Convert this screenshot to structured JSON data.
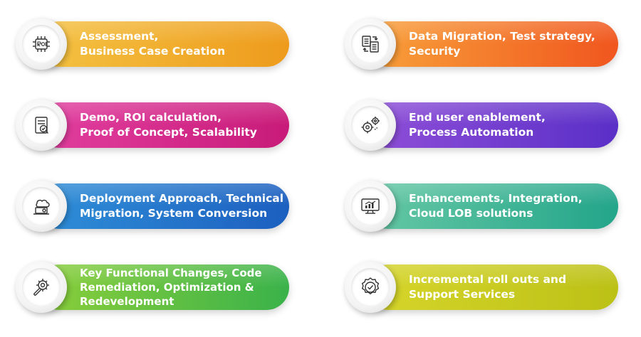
{
  "items": [
    {
      "label": "Assessment,\nBusiness Case Creation",
      "color_start": "#f4c242",
      "color_end": "#ee9b1c",
      "icon": "roi-chip-icon"
    },
    {
      "label": "Demo, ROI calculation,\nProof of Concept, Scalability",
      "color_start": "#e23fa0",
      "color_end": "#c81b79",
      "icon": "checklist-document-icon"
    },
    {
      "label": "Deployment Approach, Technical\nMigration, System Conversion",
      "color_start": "#2f8fd8",
      "color_end": "#1c5fbf",
      "icon": "cloud-laptop-icon"
    },
    {
      "label": "Key Functional Changes, Code\nRemediation, Optimization &\nRedevelopment",
      "color_start": "#8ccf3a",
      "color_end": "#3ab24a",
      "icon": "gear-wrench-icon"
    },
    {
      "label": "Data Migration, Test strategy,\nSecurity",
      "color_start": "#f8a13a",
      "color_end": "#f0561e",
      "icon": "document-transfer-icon"
    },
    {
      "label": "End user enablement,\nProcess Automation",
      "color_start": "#8f4fd8",
      "color_end": "#5a2fc7",
      "icon": "gears-icon"
    },
    {
      "label": "Enhancements, Integration,\nCloud LOB solutions",
      "color_start": "#66c8a4",
      "color_end": "#23a58a",
      "icon": "monitor-chart-icon"
    },
    {
      "label": "Incremental roll outs and\nSupport Services",
      "color_start": "#d6d52c",
      "color_end": "#bcc116",
      "icon": "check-badge-icon"
    }
  ]
}
